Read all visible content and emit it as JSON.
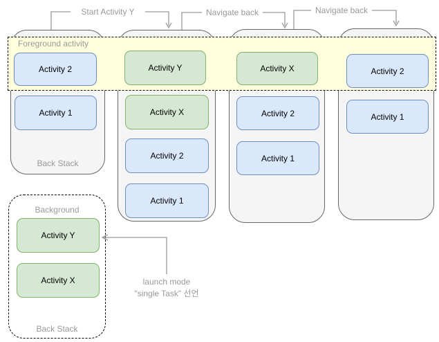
{
  "connectors": {
    "start_activity_y": "Start Activity Y",
    "navigate_back_1": "Navigate back",
    "navigate_back_2": "Navigate back"
  },
  "foreground_band": {
    "label": "Foreground activity"
  },
  "stacks": [
    {
      "footer": "Back Stack",
      "activities": [
        {
          "label": "Activity 2",
          "color": "blue"
        },
        {
          "label": "Activity 1",
          "color": "blue"
        }
      ]
    },
    {
      "activities": [
        {
          "label": "Activity Y",
          "color": "green"
        },
        {
          "label": "Activity X",
          "color": "green"
        },
        {
          "label": "Activity 2",
          "color": "blue"
        },
        {
          "label": "Activity 1",
          "color": "blue"
        }
      ]
    },
    {
      "activities": [
        {
          "label": "Activity X",
          "color": "green"
        },
        {
          "label": "Activity 2",
          "color": "blue"
        },
        {
          "label": "Activity 1",
          "color": "blue"
        }
      ]
    },
    {
      "activities": [
        {
          "label": "Activity 2",
          "color": "blue"
        },
        {
          "label": "Activity 1",
          "color": "blue"
        }
      ]
    }
  ],
  "background_stack": {
    "title": "Background",
    "footer": "Back Stack",
    "activities": [
      {
        "label": "Activity Y",
        "color": "green"
      },
      {
        "label": "Activity X",
        "color": "green"
      }
    ]
  },
  "annotation": "launch mode\n\"single Task\" 선언",
  "colors": {
    "band_fill": "#ffffde",
    "stack_fill": "#f5f5f5",
    "stack_border": "#666666",
    "blue_fill": "#dae8fc",
    "blue_border": "#6c8ebf",
    "green_fill": "#d5e8d4",
    "green_border": "#82b366",
    "connector_gray": "#999999",
    "muted_text": "#999999",
    "activity_text": "#000000"
  }
}
